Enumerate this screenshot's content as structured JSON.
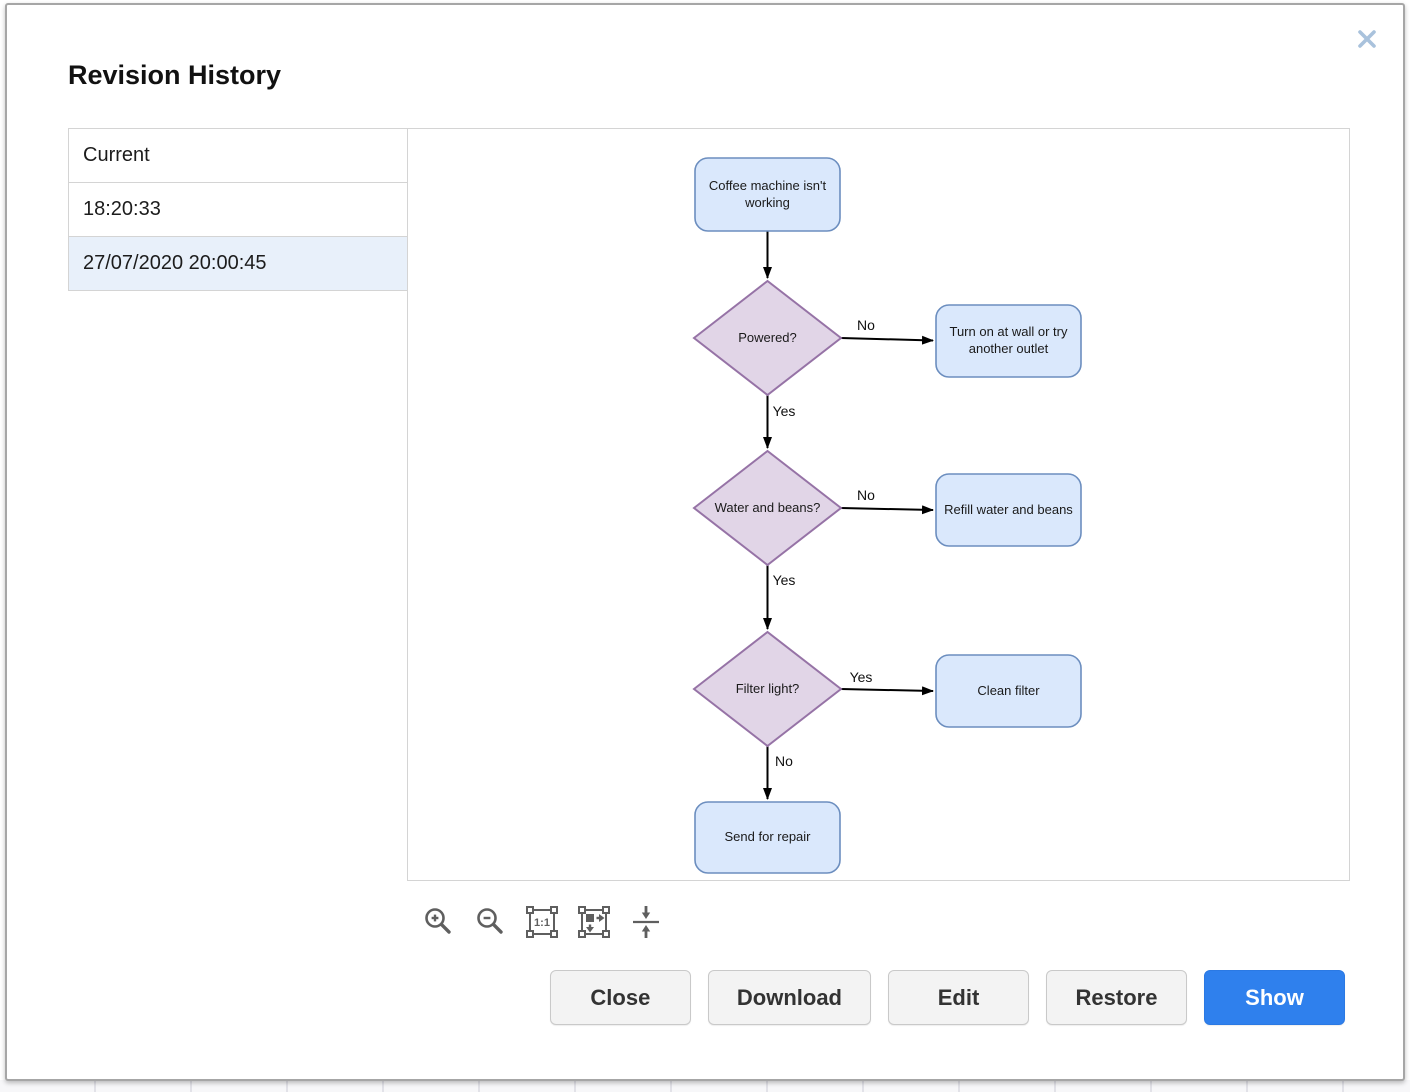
{
  "dialog": {
    "title": "Revision History"
  },
  "revisions": {
    "items": [
      {
        "label": "Current"
      },
      {
        "label": "18:20:33"
      },
      {
        "label": "27/07/2020 20:00:45"
      }
    ],
    "selected_index": 2,
    "selected_background": "#e8f0fa"
  },
  "flowchart": {
    "nodes": {
      "start": {
        "label": "Coffee machine isn't working",
        "type": "process"
      },
      "powered": {
        "label": "Powered?",
        "type": "decision"
      },
      "turn_on": {
        "label": "Turn on at wall or try another outlet",
        "type": "process"
      },
      "water_beans": {
        "label": "Water and beans?",
        "type": "decision"
      },
      "refill": {
        "label": "Refill water and beans",
        "type": "process"
      },
      "filter_light": {
        "label": "Filter light?",
        "type": "decision"
      },
      "clean_filter": {
        "label": "Clean filter",
        "type": "process"
      },
      "send_repair": {
        "label": "Send for repair",
        "type": "process"
      }
    },
    "edge_labels": {
      "powered_no": "No",
      "powered_yes": "Yes",
      "water_no": "No",
      "water_yes": "Yes",
      "filter_yes": "Yes",
      "filter_no": "No"
    },
    "colors": {
      "process_fill": "#dae8fc",
      "process_border": "#6c8ebf",
      "decision_fill": "#e1d5e7",
      "decision_border": "#9673a6",
      "arrow": "#000000"
    }
  },
  "toolbar": {
    "actual_size_label": "1:1",
    "icons": [
      "zoom-in",
      "zoom-out",
      "actual-size",
      "fit-page",
      "fit-height"
    ]
  },
  "footer": {
    "buttons": [
      {
        "label": "Close",
        "variant": "default"
      },
      {
        "label": "Download",
        "variant": "default"
      },
      {
        "label": "Edit",
        "variant": "default"
      },
      {
        "label": "Restore",
        "variant": "default"
      },
      {
        "label": "Show",
        "variant": "primary"
      }
    ],
    "primary_color": "#2f80ed"
  }
}
